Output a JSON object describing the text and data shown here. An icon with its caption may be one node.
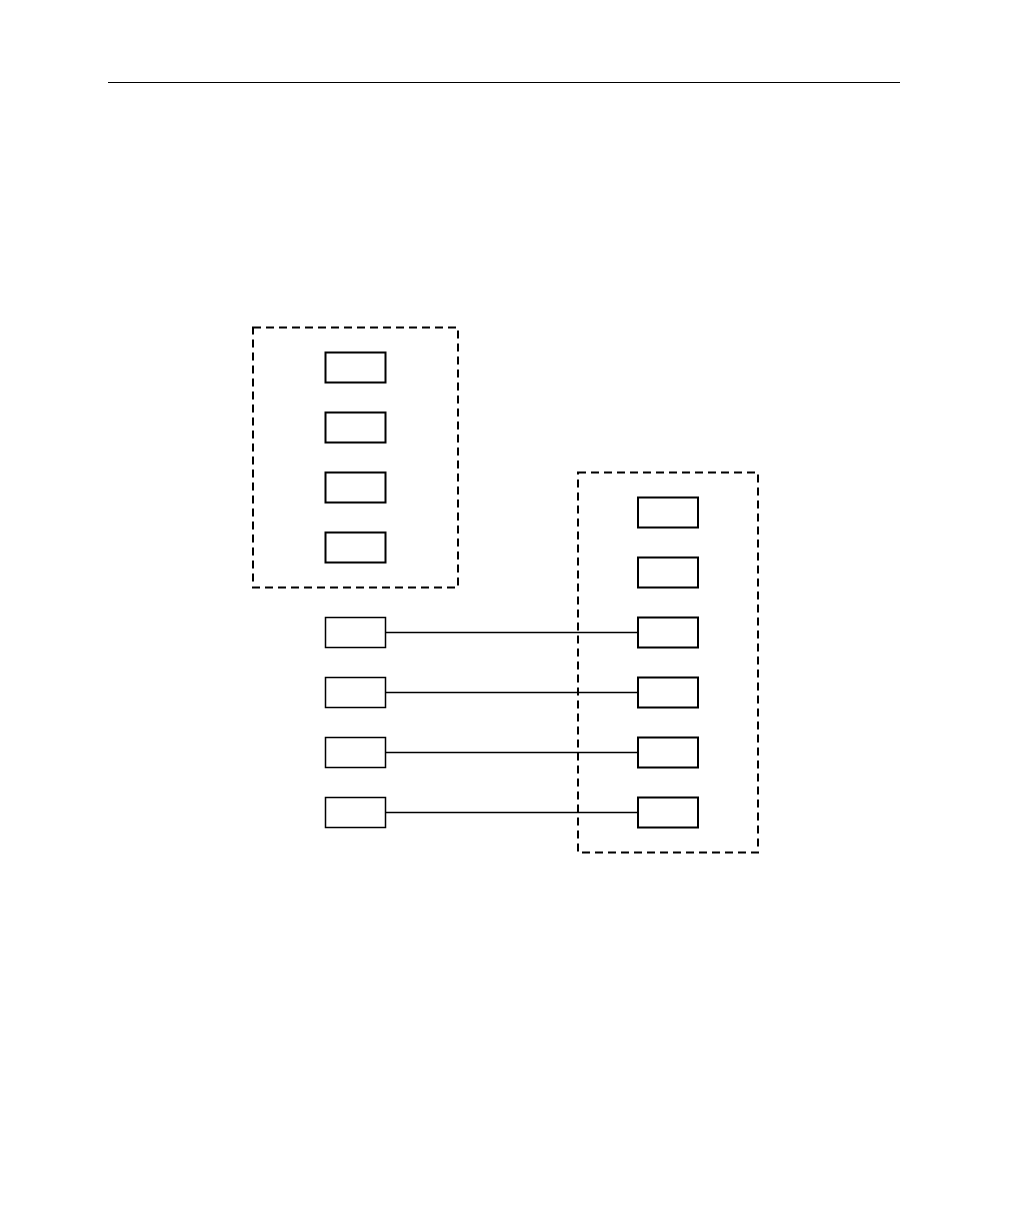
{
  "diagram": {
    "nodes": [
      {
        "text": [],
        "shape": "box"
      },
      {
        "text": [],
        "shape": "box",
        "in": 0
      },
      {
        "text": [],
        "shape": "box",
        "in": 0
      },
      {
        "text": [],
        "shape": "box",
        "in": 0
      },
      {
        "text": [],
        "shape": "box",
        "in": 0
      },
      {
        "text": [],
        "shape": "box"
      },
      {
        "text": [],
        "shape": "box"
      },
      {
        "text": [],
        "shape": "box"
      },
      {
        "text": [],
        "shape": "box"
      },
      {
        "text": [],
        "shape": "box"
      },
      {
        "text": [],
        "shape": "box",
        "in": 9
      },
      {
        "text": [],
        "shape": "box",
        "in": 9
      },
      {
        "text": [],
        "shape": "box",
        "in": 9
      },
      {
        "text": [],
        "shape": "box",
        "in": 9
      },
      {
        "text": [],
        "shape": "box",
        "in": 9
      },
      {
        "text": [],
        "shape": "box",
        "in": 9
      }
    ],
    "edges": [
      {
        "from": 5,
        "to": 12,
        "arrow": "none"
      },
      {
        "from": 6,
        "to": 13,
        "arrow": "none"
      },
      {
        "from": 7,
        "to": 14,
        "arrow": "none"
      },
      {
        "from": 8,
        "to": 15,
        "arrow": "none"
      }
    ]
  }
}
